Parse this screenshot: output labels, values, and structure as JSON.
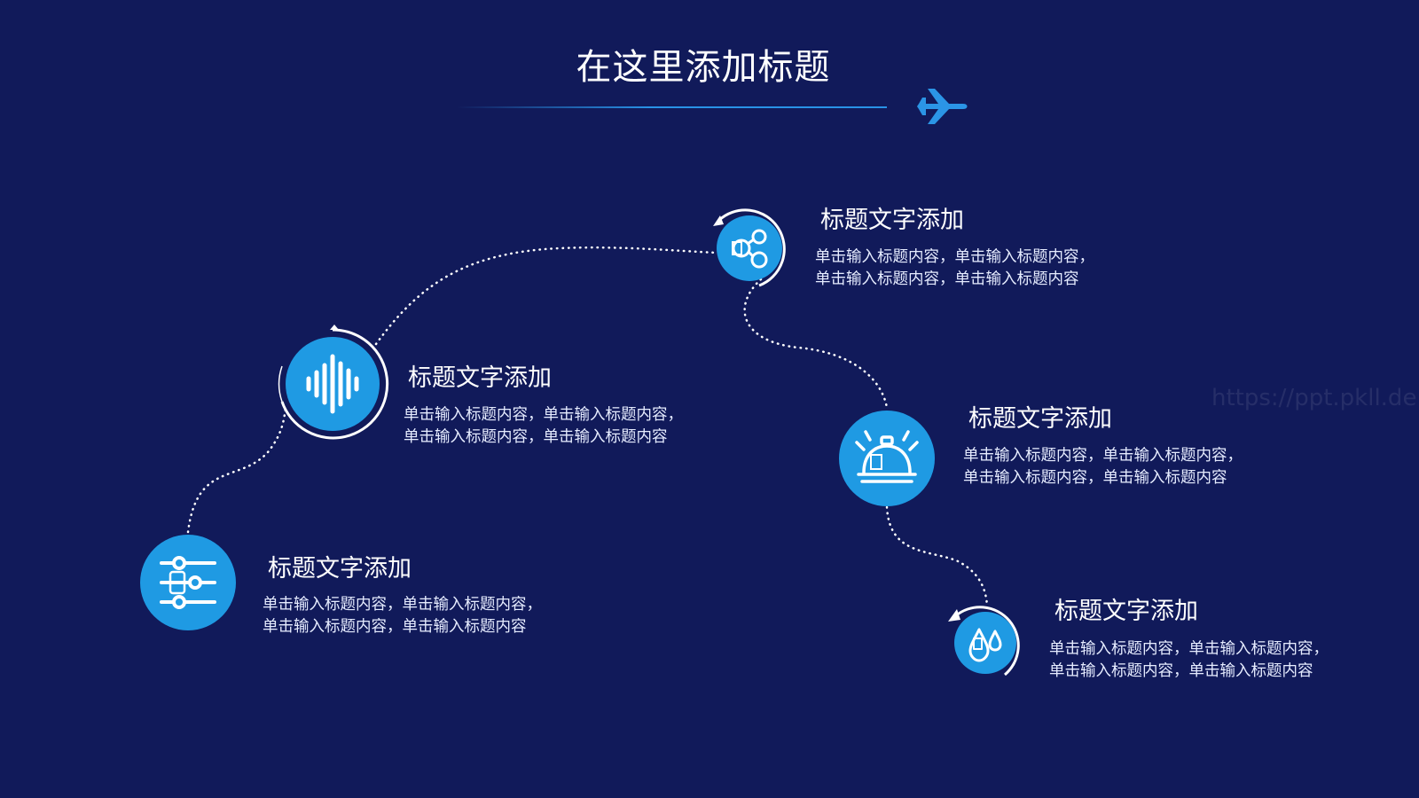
{
  "slide": {
    "title": "在这里添加标题",
    "colors": {
      "background": "#111a5a",
      "accent": "#1f9ae3",
      "text": "#ffffff"
    },
    "watermark": "https://ppt.pkll.de"
  },
  "items": [
    {
      "icon": "sliders-icon",
      "title": "标题文字添加",
      "desc_line1": "单击输入标题内容，单击输入标题内容，",
      "desc_line2": "单击输入标题内容，单击输入标题内容"
    },
    {
      "icon": "sound-wave-icon",
      "title": "标题文字添加",
      "desc_line1": "单击输入标题内容，单击输入标题内容，",
      "desc_line2": "单击输入标题内容，单击输入标题内容"
    },
    {
      "icon": "molecule-icon",
      "title": "标题文字添加",
      "desc_line1": "单击输入标题内容，单击输入标题内容，",
      "desc_line2": "单击输入标题内容，单击输入标题内容"
    },
    {
      "icon": "service-bell-icon",
      "title": "标题文字添加",
      "desc_line1": "单击输入标题内容，单击输入标题内容，",
      "desc_line2": "单击输入标题内容，单击输入标题内容"
    },
    {
      "icon": "water-drops-icon",
      "title": "标题文字添加",
      "desc_line1": "单击输入标题内容，单击输入标题内容，",
      "desc_line2": "单击输入标题内容，单击输入标题内容"
    }
  ]
}
